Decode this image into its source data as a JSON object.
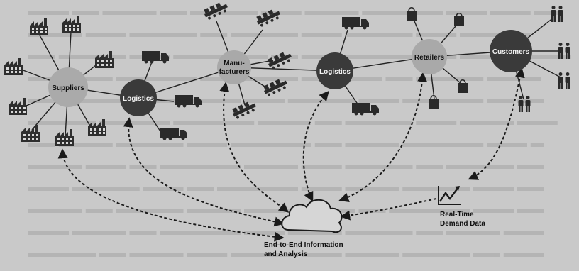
{
  "nodes": {
    "suppliers": "Suppliers",
    "logistics_left": "Logistics",
    "manufacturers_line1": "Manu-",
    "manufacturers_line2": "facturers",
    "logistics_right": "Logistics",
    "retailers": "Retailers",
    "customers": "Customers"
  },
  "cloud": {
    "line1": "End-to-End Information",
    "line2": "and Analysis"
  },
  "demand": {
    "line1": "Real-Time",
    "line2": "Demand Data"
  },
  "icons": [
    "factory-icon",
    "truck-icon",
    "production-line-icon",
    "shopping-bag-icon",
    "people-icon",
    "cloud-icon",
    "trend-chart-icon"
  ],
  "colors": {
    "dark_node": "#3a3a3a",
    "light_node": "#a9a9a9",
    "ink": "#1e1e1e",
    "background": "#c9c9c9"
  }
}
